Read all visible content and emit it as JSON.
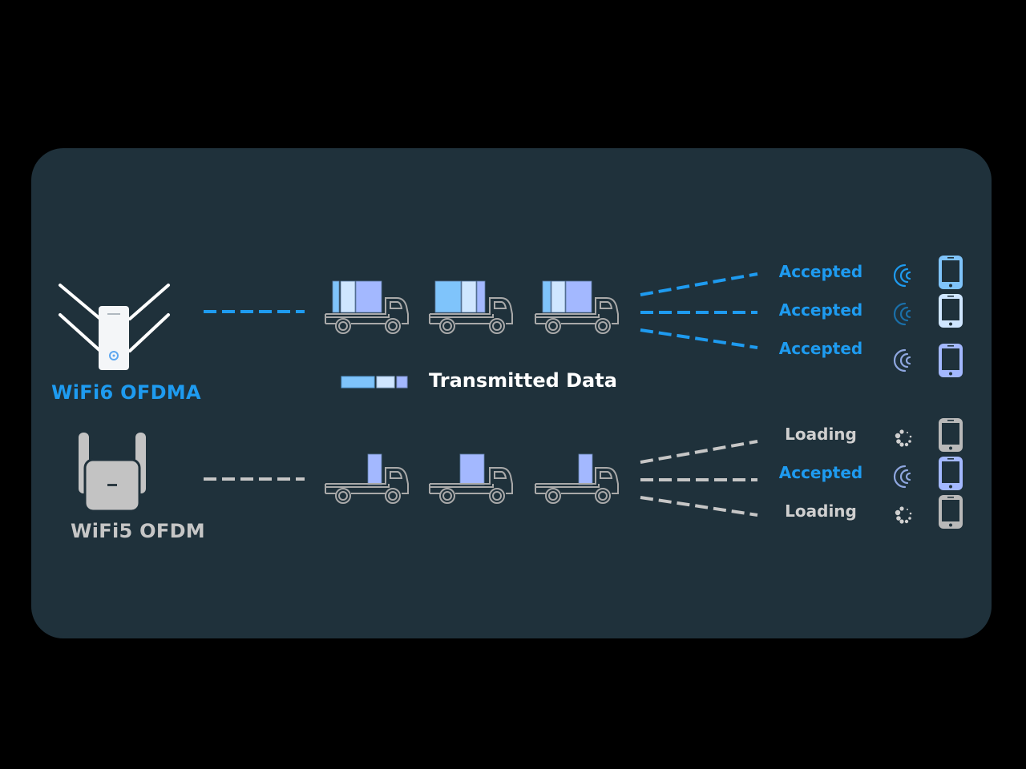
{
  "rows": [
    {
      "id": "wifi6",
      "device_label": "WiFi6 OFDMA",
      "device_icon": "wifi6-router-four-antenna-icon",
      "line_color": "#1e9bf0",
      "trucks": [
        {
          "cargo": [
            "#7fc4fb",
            "#cfe6ff",
            "#a3b8ff"
          ]
        },
        {
          "cargo": [
            "#7fc4fb",
            "#cfe6ff",
            "#a3b8ff"
          ]
        },
        {
          "cargo": [
            "#7fc4fb",
            "#cfe6ff",
            "#a3b8ff"
          ]
        }
      ],
      "clients": [
        {
          "status": "Accepted",
          "state": "accepted",
          "signal_icon": "wifi-signal-icon",
          "phone_color": "#7fc4fb",
          "signal_color": "#1e9bf0"
        },
        {
          "status": "Accepted",
          "state": "accepted",
          "signal_icon": "wifi-signal-icon",
          "phone_color": "#cfe6ff",
          "signal_color": "#1a6fa8"
        },
        {
          "status": "Accepted",
          "state": "accepted",
          "signal_icon": "wifi-signal-icon",
          "phone_color": "#a3b8ff",
          "signal_color": "#8fa7e0"
        }
      ]
    },
    {
      "id": "wifi5",
      "device_label": "WiFi5 OFDM",
      "device_icon": "wifi5-router-two-antenna-icon",
      "line_color": "#c6c6c6",
      "trucks": [
        {
          "cargo": [
            "#a3b8ff"
          ]
        },
        {
          "cargo": [
            "#a3b8ff"
          ]
        },
        {
          "cargo": [
            "#a3b8ff"
          ]
        }
      ],
      "clients": [
        {
          "status": "Loading",
          "state": "loading",
          "signal_icon": "loading-spinner-icon",
          "phone_color": "#b9b9b9",
          "signal_color": "#d0d0d0"
        },
        {
          "status": "Accepted",
          "state": "accepted",
          "signal_icon": "wifi-signal-icon",
          "phone_color": "#a3b8ff",
          "signal_color": "#8fa7e0"
        },
        {
          "status": "Loading",
          "state": "loading",
          "signal_icon": "loading-spinner-icon",
          "phone_color": "#b9b9b9",
          "signal_color": "#d0d0d0"
        }
      ]
    }
  ],
  "legend": {
    "label": "Transmitted Data",
    "swatches": [
      "#7fc4fb",
      "#cfe6ff",
      "#a3b8ff"
    ]
  },
  "colors": {
    "background": "#000000",
    "panel": "#1f313b",
    "accent_blue": "#1e9bf0",
    "gray": "#c6c6c6"
  }
}
